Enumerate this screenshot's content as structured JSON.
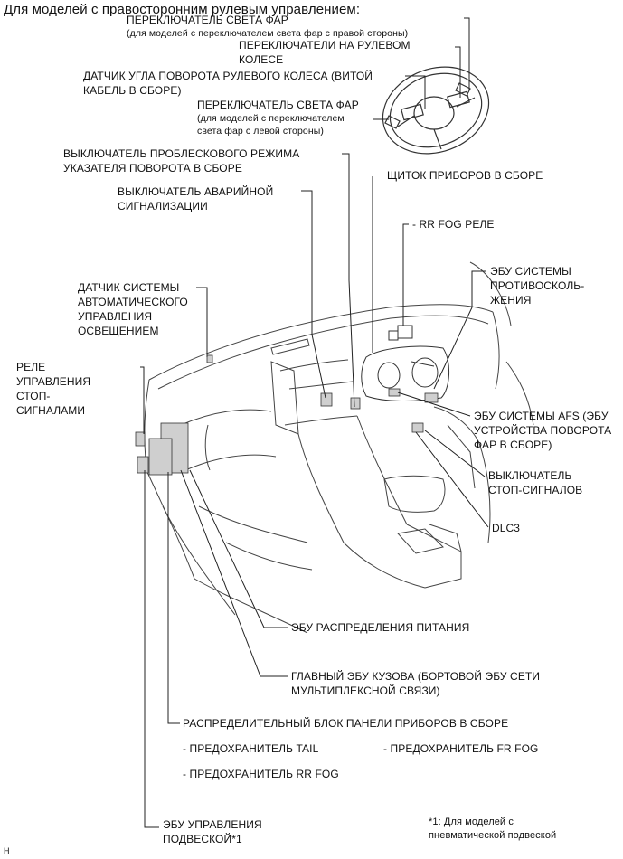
{
  "title": "Для моделей с правосторонним рулевым управлением:",
  "labels": {
    "headlight_switch_right": "ПЕРЕКЛЮЧАТЕЛЬ СВЕТА ФАР",
    "headlight_switch_right_note": "(для моделей с переключателем света фар с правой стороны)",
    "steering_pad_switches": "ПЕРЕКЛЮЧАТЕЛИ НА РУЛЕВОМ\nКОЛЕСЕ",
    "steering_angle_sensor": "ДАТЧИК УГЛА ПОВОРОТА РУЛЕВОГО КОЛЕСА (ВИТОЙ\nКАБЕЛЬ В СБОРЕ)",
    "headlight_switch_left": "ПЕРЕКЛЮЧАТЕЛЬ СВЕТА ФАР",
    "headlight_switch_left_note": "(для моделей с переключателем\nсвета фар с левой стороны)",
    "turn_signal_flasher": "ВЫКЛЮЧАТЕЛЬ ПРОБЛЕСКОВОГО РЕЖИМА\nУКАЗАТЕЛЯ ПОВОРОТА В СБОРЕ",
    "combination_meter": "ЩИТОК ПРИБОРОВ В СБОРЕ",
    "hazard_switch": "ВЫКЛЮЧАТЕЛЬ АВАРИЙНОЙ\nСИГНАЛИЗАЦИИ",
    "rr_fog_relay": "- RR FOG  РЕЛЕ",
    "light_control_sensor": "ДАТЧИК СИСТЕМЫ\nАВТОМАТИЧЕСКОГО\nУПРАВЛЕНИЯ\nОСВЕЩЕНИЕМ",
    "pre_collision_ecu": "ЭБУ СИСТЕМЫ\nПРОТИВОСКОЛЬ-\nЖЕНИЯ",
    "stop_light_relay": "РЕЛЕ\nУПРАВЛЕНИЯ\nСТОП-\nСИГНАЛАМИ",
    "afs_ecu": "ЭБУ СИСТЕМЫ AFS (ЭБУ\nУСТРОЙСТВА ПОВОРОТА\nФАР В СБОРЕ)",
    "stop_light_switch": "ВЫКЛЮЧАТЕЛЬ\nСТОП-СИГНАЛОВ",
    "dlc3": "DLC3",
    "power_distribution_ecu": "ЭБУ РАСПРЕДЕЛЕНИЯ ПИТАНИЯ",
    "main_body_ecu": "ГЛАВНЫЙ ЭБУ КУЗОВА (БОРТОВОЙ ЭБУ СЕТИ\nМУЛЬТИПЛЕКСНОЙ СВЯЗИ)",
    "instrument_panel_jb": "РАСПРЕДЕЛИТЕЛЬНЫЙ БЛОК ПАНЕЛИ ПРИБОРОВ В СБОРЕ",
    "fuse_tail": "- ПРЕДОХРАНИТЕЛЬ TAIL",
    "fuse_fr_fog": "- ПРЕДОХРАНИТЕЛЬ FR FOG",
    "fuse_rr_fog": "- ПРЕДОХРАНИТЕЛЬ RR FOG",
    "suspension_ecu": "ЭБУ УПРАВЛЕНИЯ\nПОДВЕСКОЙ*1",
    "footnote": "*1: Для моделей с\nпневматической подвеской",
    "corner_mark": "H"
  }
}
